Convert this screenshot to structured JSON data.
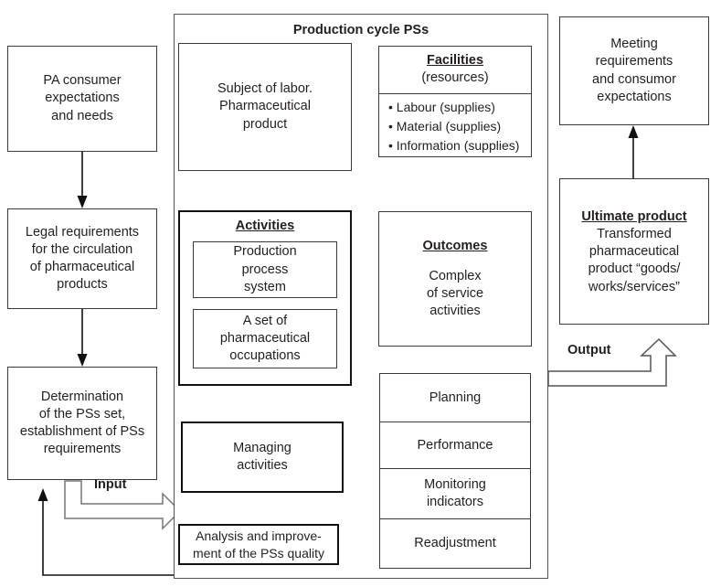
{
  "diagram": {
    "title": "Production cycle PSs",
    "left_column": [
      {
        "name": "pa-consumer-expectations",
        "text": "PA consumer\nexpectations\nand needs"
      },
      {
        "name": "legal-requirements",
        "text": "Legal requirements\nfor the circulation\nof pharmaceutical\nproducts"
      },
      {
        "name": "determination-of-pss",
        "text": "Determination\nof the PSs set,\nestablishment of PSs\nrequirements"
      }
    ],
    "subject_of_labor": {
      "text": "Subject of labor.\nPharmaceutical\nproduct"
    },
    "facilities": {
      "header_title": "Facilities ",
      "header_sub": "(resources)",
      "items": [
        "• Labour (supplies)",
        "• Material (supplies)",
        "• Information (supplies)"
      ]
    },
    "activities": {
      "title": "Activities",
      "sub_boxes": [
        "Production\nprocess\nsystem",
        "A set of\npharmaceutical\noccupations"
      ]
    },
    "outcomes": {
      "title": "Outcomes",
      "text": "Complex\nof service\nactivities"
    },
    "managing_activities": {
      "text": "Managing\nactivities"
    },
    "analysis_improvement": {
      "text": "Analysis and improve-\nment of the PSs quality"
    },
    "management_stack": [
      "Planning",
      "Performance",
      "Monitoring\nindicators",
      "Readjustment"
    ],
    "meeting_requirements": {
      "text": "Meeting\nrequirements\nand consumor\nexpectations"
    },
    "ultimate_product": {
      "title": "Ultimate product",
      "text": "Transformed\npharmaceutical\nproduct “goods/\nworks/services”"
    },
    "labels": {
      "input": "Input",
      "output": "Output"
    },
    "colors": {
      "line": "#3a3a3a",
      "thick_line": "#111111",
      "text": "#231f20",
      "background": "#ffffff"
    }
  }
}
